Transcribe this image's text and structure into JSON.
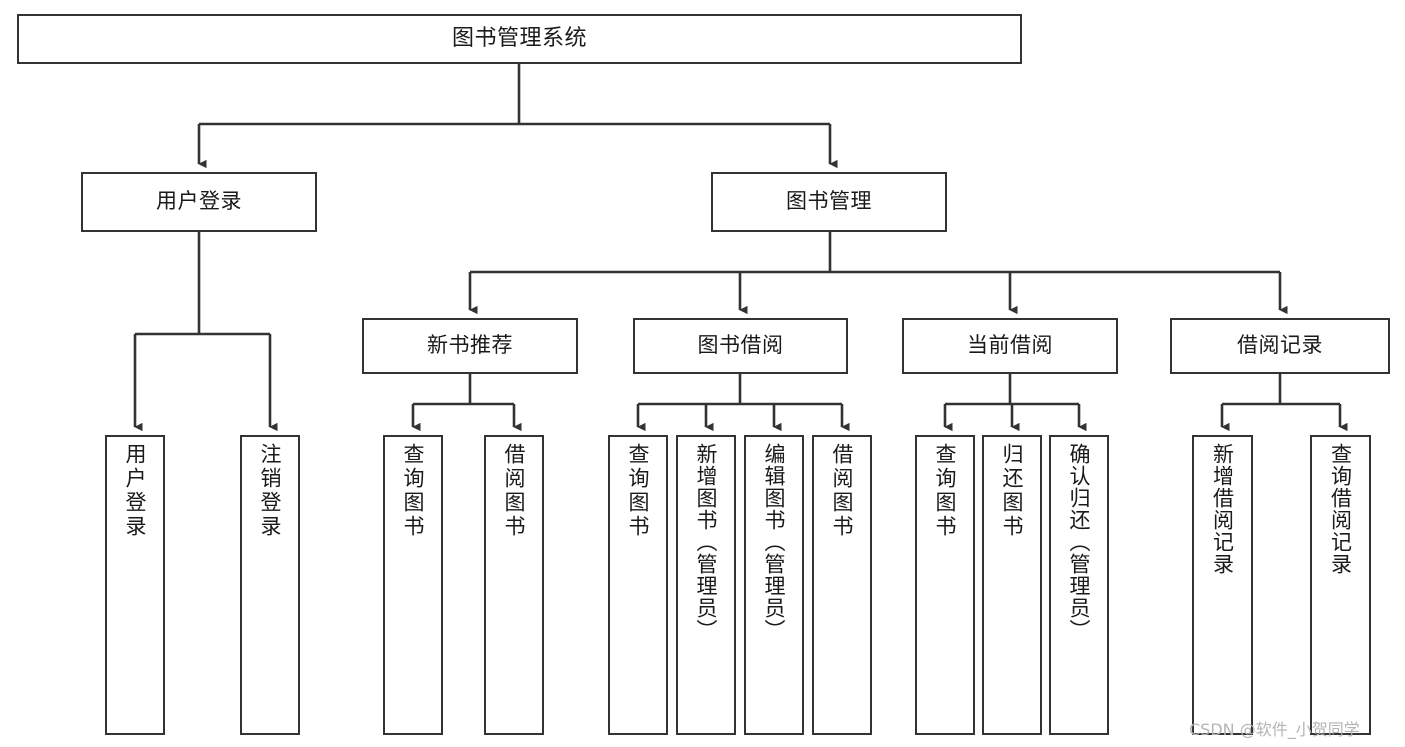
{
  "diagram": {
    "title": "图书管理系统",
    "type": "functional-structure-tree",
    "watermark": "CSDN @软件_小贺同学",
    "colors": {
      "background": "#ffffff",
      "box_border": "#333333",
      "box_fill": "#ffffff",
      "text": "#1a1a1a",
      "edge": "#333333",
      "watermark": "#b4b4b4"
    },
    "levels": {
      "root": [
        "图书管理系统"
      ],
      "level2": [
        "用户登录",
        "图书管理"
      ],
      "level3": [
        "新书推荐",
        "图书借阅",
        "当前借阅",
        "借阅记录"
      ],
      "leaves": [
        "用户登录",
        "注销登录",
        "查询图书",
        "借阅图书",
        "查询图书",
        "新增图书（管理员）",
        "编辑图书（管理员）",
        "借阅图书",
        "查询图书",
        "归还图书",
        "确认归还（管理员）",
        "新增借阅记录",
        "查询借阅记录"
      ]
    },
    "nodes": {
      "root": {
        "label": "图书管理系统"
      },
      "l2_user_login": {
        "label": "用户登录"
      },
      "l2_book_mgmt": {
        "label": "图书管理"
      },
      "l3_new_book_rec": {
        "label": "新书推荐"
      },
      "l3_book_borrow": {
        "label": "图书借阅"
      },
      "l3_current_borrow": {
        "label": "当前借阅"
      },
      "l3_borrow_record": {
        "label": "借阅记录"
      },
      "leaf_user_login": {
        "label": "用户登录"
      },
      "leaf_logout": {
        "label": "注销登录"
      },
      "leaf_query_book_a": {
        "label": "查询图书"
      },
      "leaf_borrow_book_a": {
        "label": "借阅图书"
      },
      "leaf_query_book_b": {
        "label": "查询图书"
      },
      "leaf_add_book_admin": {
        "label": "新增图书（管理员）"
      },
      "leaf_edit_book_admin": {
        "label": "编辑图书（管理员）"
      },
      "leaf_borrow_book_b": {
        "label": "借阅图书"
      },
      "leaf_query_book_c": {
        "label": "查询图书"
      },
      "leaf_return_book": {
        "label": "归还图书"
      },
      "leaf_confirm_return_admin": {
        "label": "确认归还（管理员）"
      },
      "leaf_add_borrow_record": {
        "label": "新增借阅记录"
      },
      "leaf_query_borrow_record": {
        "label": "查询借阅记录"
      }
    }
  }
}
